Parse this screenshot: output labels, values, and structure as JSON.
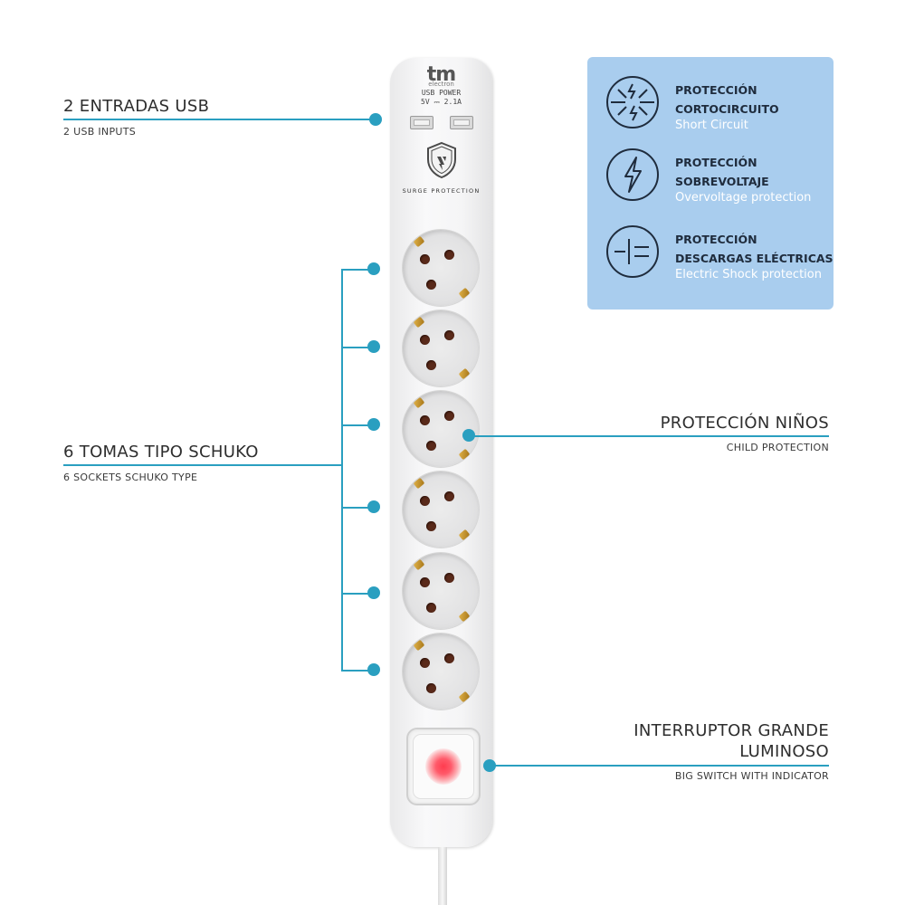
{
  "brand": {
    "logo": "tm",
    "logo_sub": "electron"
  },
  "strip": {
    "usb_label": "USB POWER",
    "usb_spec": "5V ⎓ 2.1A",
    "surge_label": "SURGE PROTECTION",
    "socket_count": 6
  },
  "callouts": {
    "usb": {
      "title": "2 ENTRADAS USB",
      "subtitle": "2 USB INPUTS"
    },
    "sockets": {
      "title": "6 TOMAS TIPO SCHUKO",
      "subtitle": "6 SOCKETS SCHUKO TYPE"
    },
    "child": {
      "title": "PROTECCIÓN NIÑOS",
      "subtitle": "CHILD PROTECTION"
    },
    "switch": {
      "title_line1": "INTERRUPTOR GRANDE",
      "title_line2": "LUMINOSO",
      "subtitle": "BIG SWITCH WITH INDICATOR"
    }
  },
  "features": [
    {
      "icon": "short-circuit-icon",
      "title_line1": "PROTECCIÓN",
      "title_line2": "CORTOCIRCUITO",
      "subtitle": "Short Circuit"
    },
    {
      "icon": "lightning-icon",
      "title_line1": "PROTECCIÓN",
      "title_line2": "SOBREVOLTAJE",
      "subtitle": "Overvoltage protection"
    },
    {
      "icon": "ground-icon",
      "title_line1": "PROTECCIÓN",
      "title_line2": "DESCARGAS ELÉCTRICAS",
      "subtitle": "Electric Shock protection"
    }
  ],
  "colors": {
    "accent": "#2a9fc0",
    "panel": "#a9cdee",
    "led": "#ff3c4f"
  }
}
